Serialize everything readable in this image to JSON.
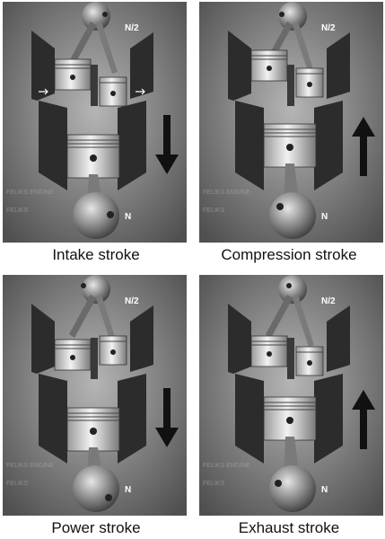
{
  "panels": [
    {
      "caption": "Intake stroke",
      "crank_label": "N",
      "cam_label": "N/2",
      "arrow": "down",
      "intake_port_arrows": true,
      "watermark": [
        "FELIKS ENGINE",
        "",
        "FELIKS"
      ]
    },
    {
      "caption": "Compression stroke",
      "crank_label": "N",
      "cam_label": "N/2",
      "arrow": "up",
      "intake_port_arrows": false,
      "watermark": [
        "FELIKS ENGINE",
        "",
        "FELIKS"
      ]
    },
    {
      "caption": "Power stroke",
      "crank_label": "N",
      "cam_label": "N/2",
      "arrow": "down",
      "intake_port_arrows": false,
      "watermark": [
        "FELIKS ENGINE",
        "",
        "FELIKS"
      ]
    },
    {
      "caption": "Exhaust stroke",
      "crank_label": "N",
      "cam_label": "N/2",
      "arrow": "up",
      "intake_port_arrows": false,
      "watermark": [
        "FELIKS ENGINE",
        "",
        "FELIKS"
      ]
    }
  ],
  "colors": {
    "background_light": "#a8a8a8",
    "background_dark": "#4a4a4a",
    "cylinder_wall": "#2c2c2c",
    "arrow": "#111111",
    "label": "#ffffff",
    "caption_text": "#111111"
  }
}
